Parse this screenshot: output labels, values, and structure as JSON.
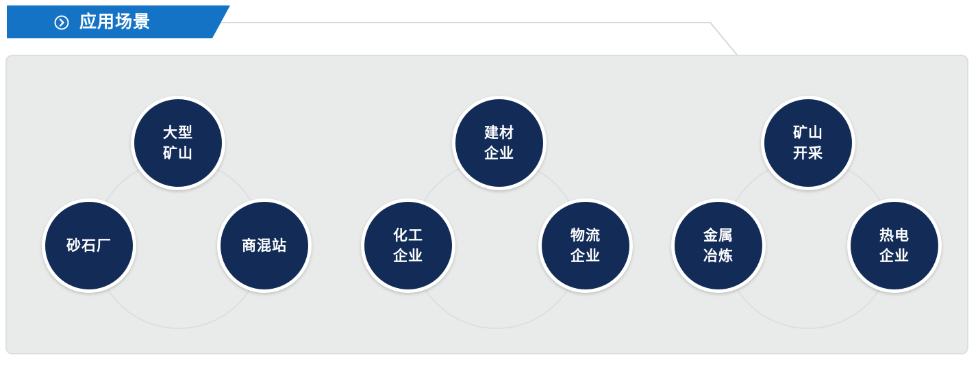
{
  "header": {
    "title": "应用场景",
    "icon": "chevron-right-circle-icon",
    "banner_color": "#1473c4"
  },
  "colors": {
    "node_fill": "#122b57",
    "panel_bg": "#e9ebeb",
    "ring_stroke": "#dcdfe0"
  },
  "groups": [
    {
      "top": "大型\n矿山",
      "left": "砂石厂",
      "right": "商混站"
    },
    {
      "top": "建材\n企业",
      "left": "化工\n企业",
      "right": "物流\n企业"
    },
    {
      "top": "矿山\n开采",
      "left": "金属\n冶炼",
      "right": "热电\n企业"
    }
  ]
}
